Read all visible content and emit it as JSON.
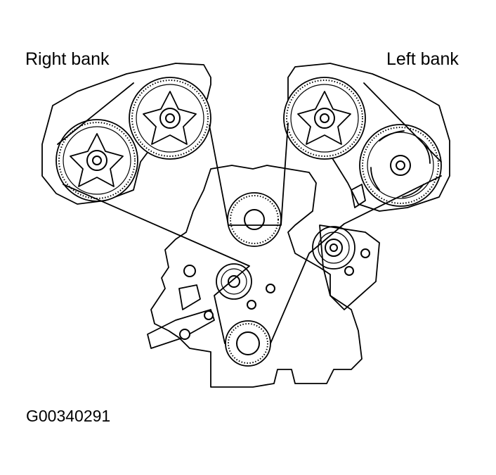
{
  "labels": {
    "right_bank": "Right bank",
    "left_bank": "Left bank",
    "figure_code": "G00340291"
  },
  "colors": {
    "ink": "#000000",
    "background": "#ffffff"
  }
}
